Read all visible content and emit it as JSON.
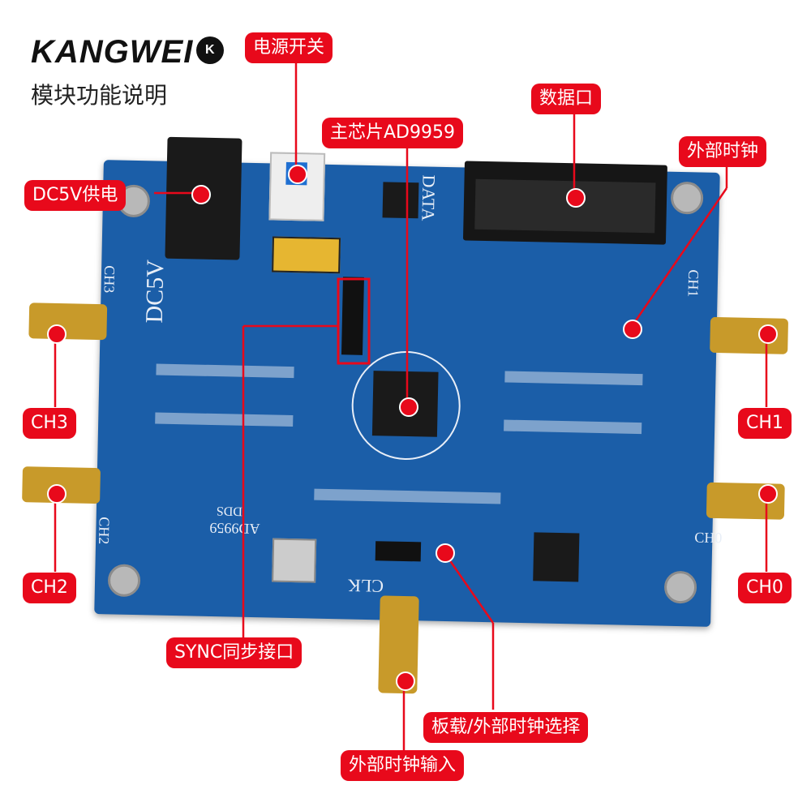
{
  "brand": {
    "name": "KANGWEI",
    "logo_text": "K"
  },
  "subtitle": "模块功能说明",
  "board_silk": {
    "dc5v": "DC5V",
    "data": "DATA",
    "clk": "CLK",
    "chip_ref": "AD9959",
    "dds": "DDS",
    "ch0": "CH0",
    "ch1": "CH1",
    "ch2": "CH2",
    "ch3": "CH3"
  },
  "labels": {
    "power_switch": "电源开关",
    "data_port": "数据口",
    "main_chip": "主芯片AD9959",
    "external_clock": "外部时钟",
    "dc5v_supply": "DC5V供电",
    "ch3": "CH3",
    "ch1": "CH1",
    "ch2": "CH2",
    "ch0": "CH0",
    "sync_port": "SYNC同步接口",
    "clock_select": "板载/外部时钟选择",
    "external_clock_input": "外部时钟输入"
  },
  "colors": {
    "callout": "#e8091b",
    "board": "#1b5ea8",
    "connector": "#c89a2a"
  }
}
